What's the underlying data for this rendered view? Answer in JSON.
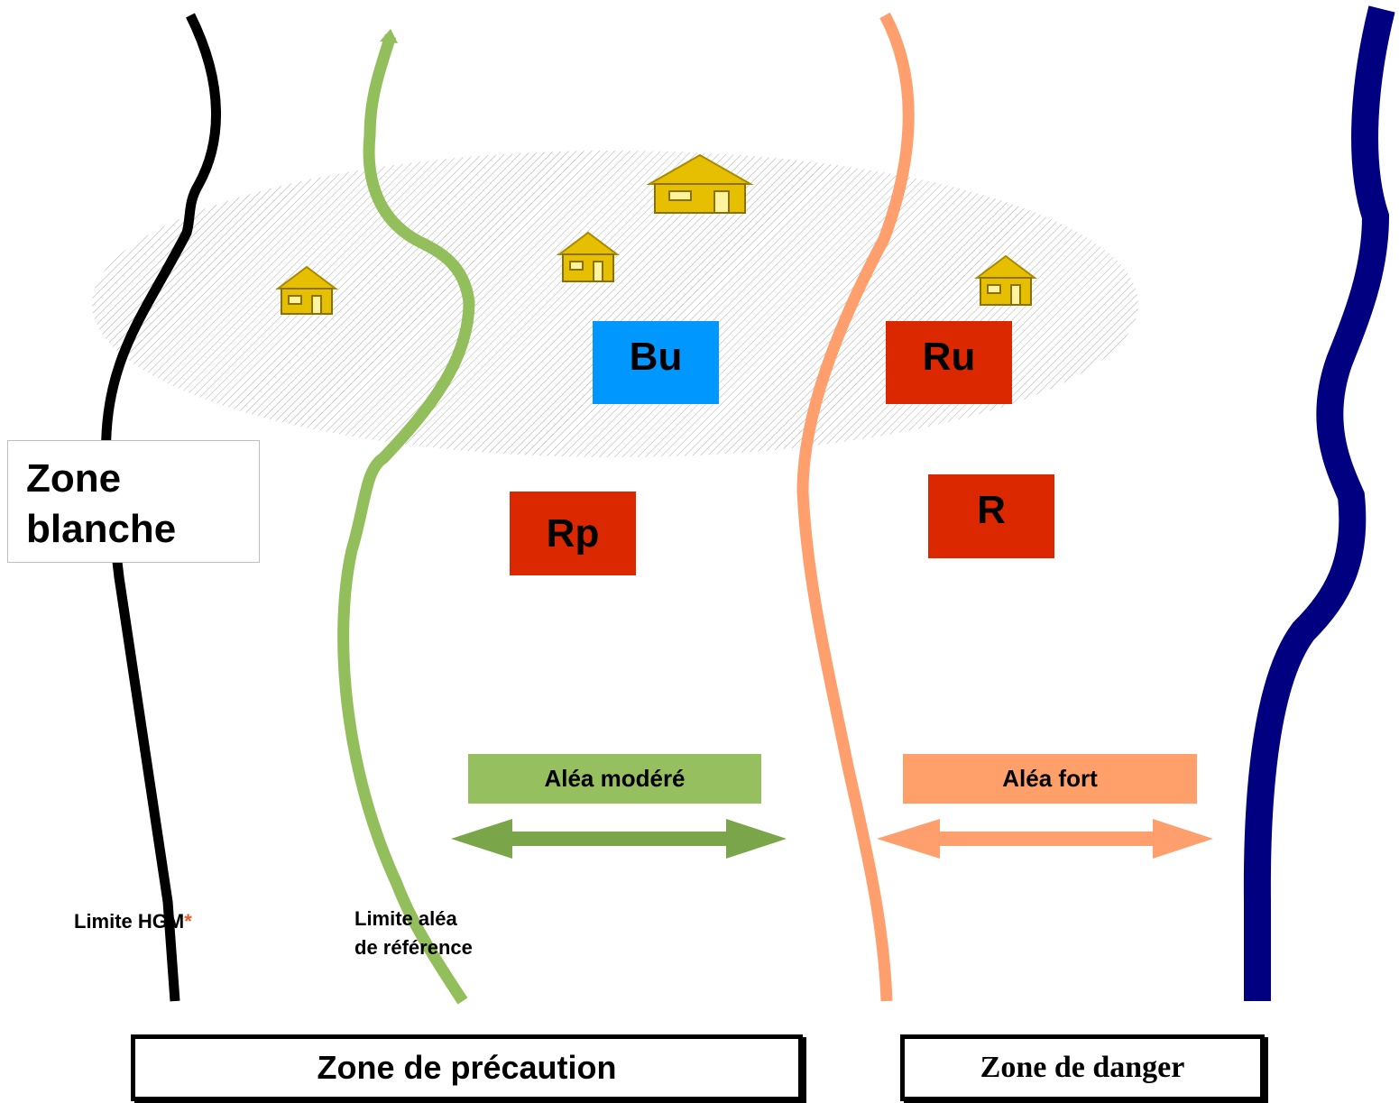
{
  "white_zone": {
    "label_line1": "Zone",
    "label_line2": "blanche"
  },
  "codes": {
    "bu": "Bu",
    "ru": "Ru",
    "rp": "Rp",
    "r": "R"
  },
  "hazard": {
    "moderate": "Aléa modéré",
    "strong": "Aléa fort"
  },
  "limits": {
    "hgm": "Limite HGM",
    "hgm_marker": "*",
    "reference_line1": "Limite aléa",
    "reference_line2": "de référence"
  },
  "zones": {
    "precaution": "Zone de précaution",
    "danger": "Zone de danger"
  },
  "colors": {
    "hgm_limit": "#000000",
    "reference_limit": "#92bf5c",
    "strong_hazard_limit": "#ff9f6e",
    "river": "#000080",
    "bu_box": "#0098ff",
    "red_box": "#dc2800",
    "moderate_bar": "#96c060",
    "moderate_arrow": "#7aa649",
    "strong_bar": "#ff9f6a",
    "house": "#e6bf00",
    "asterisk": "#e85a2c"
  }
}
